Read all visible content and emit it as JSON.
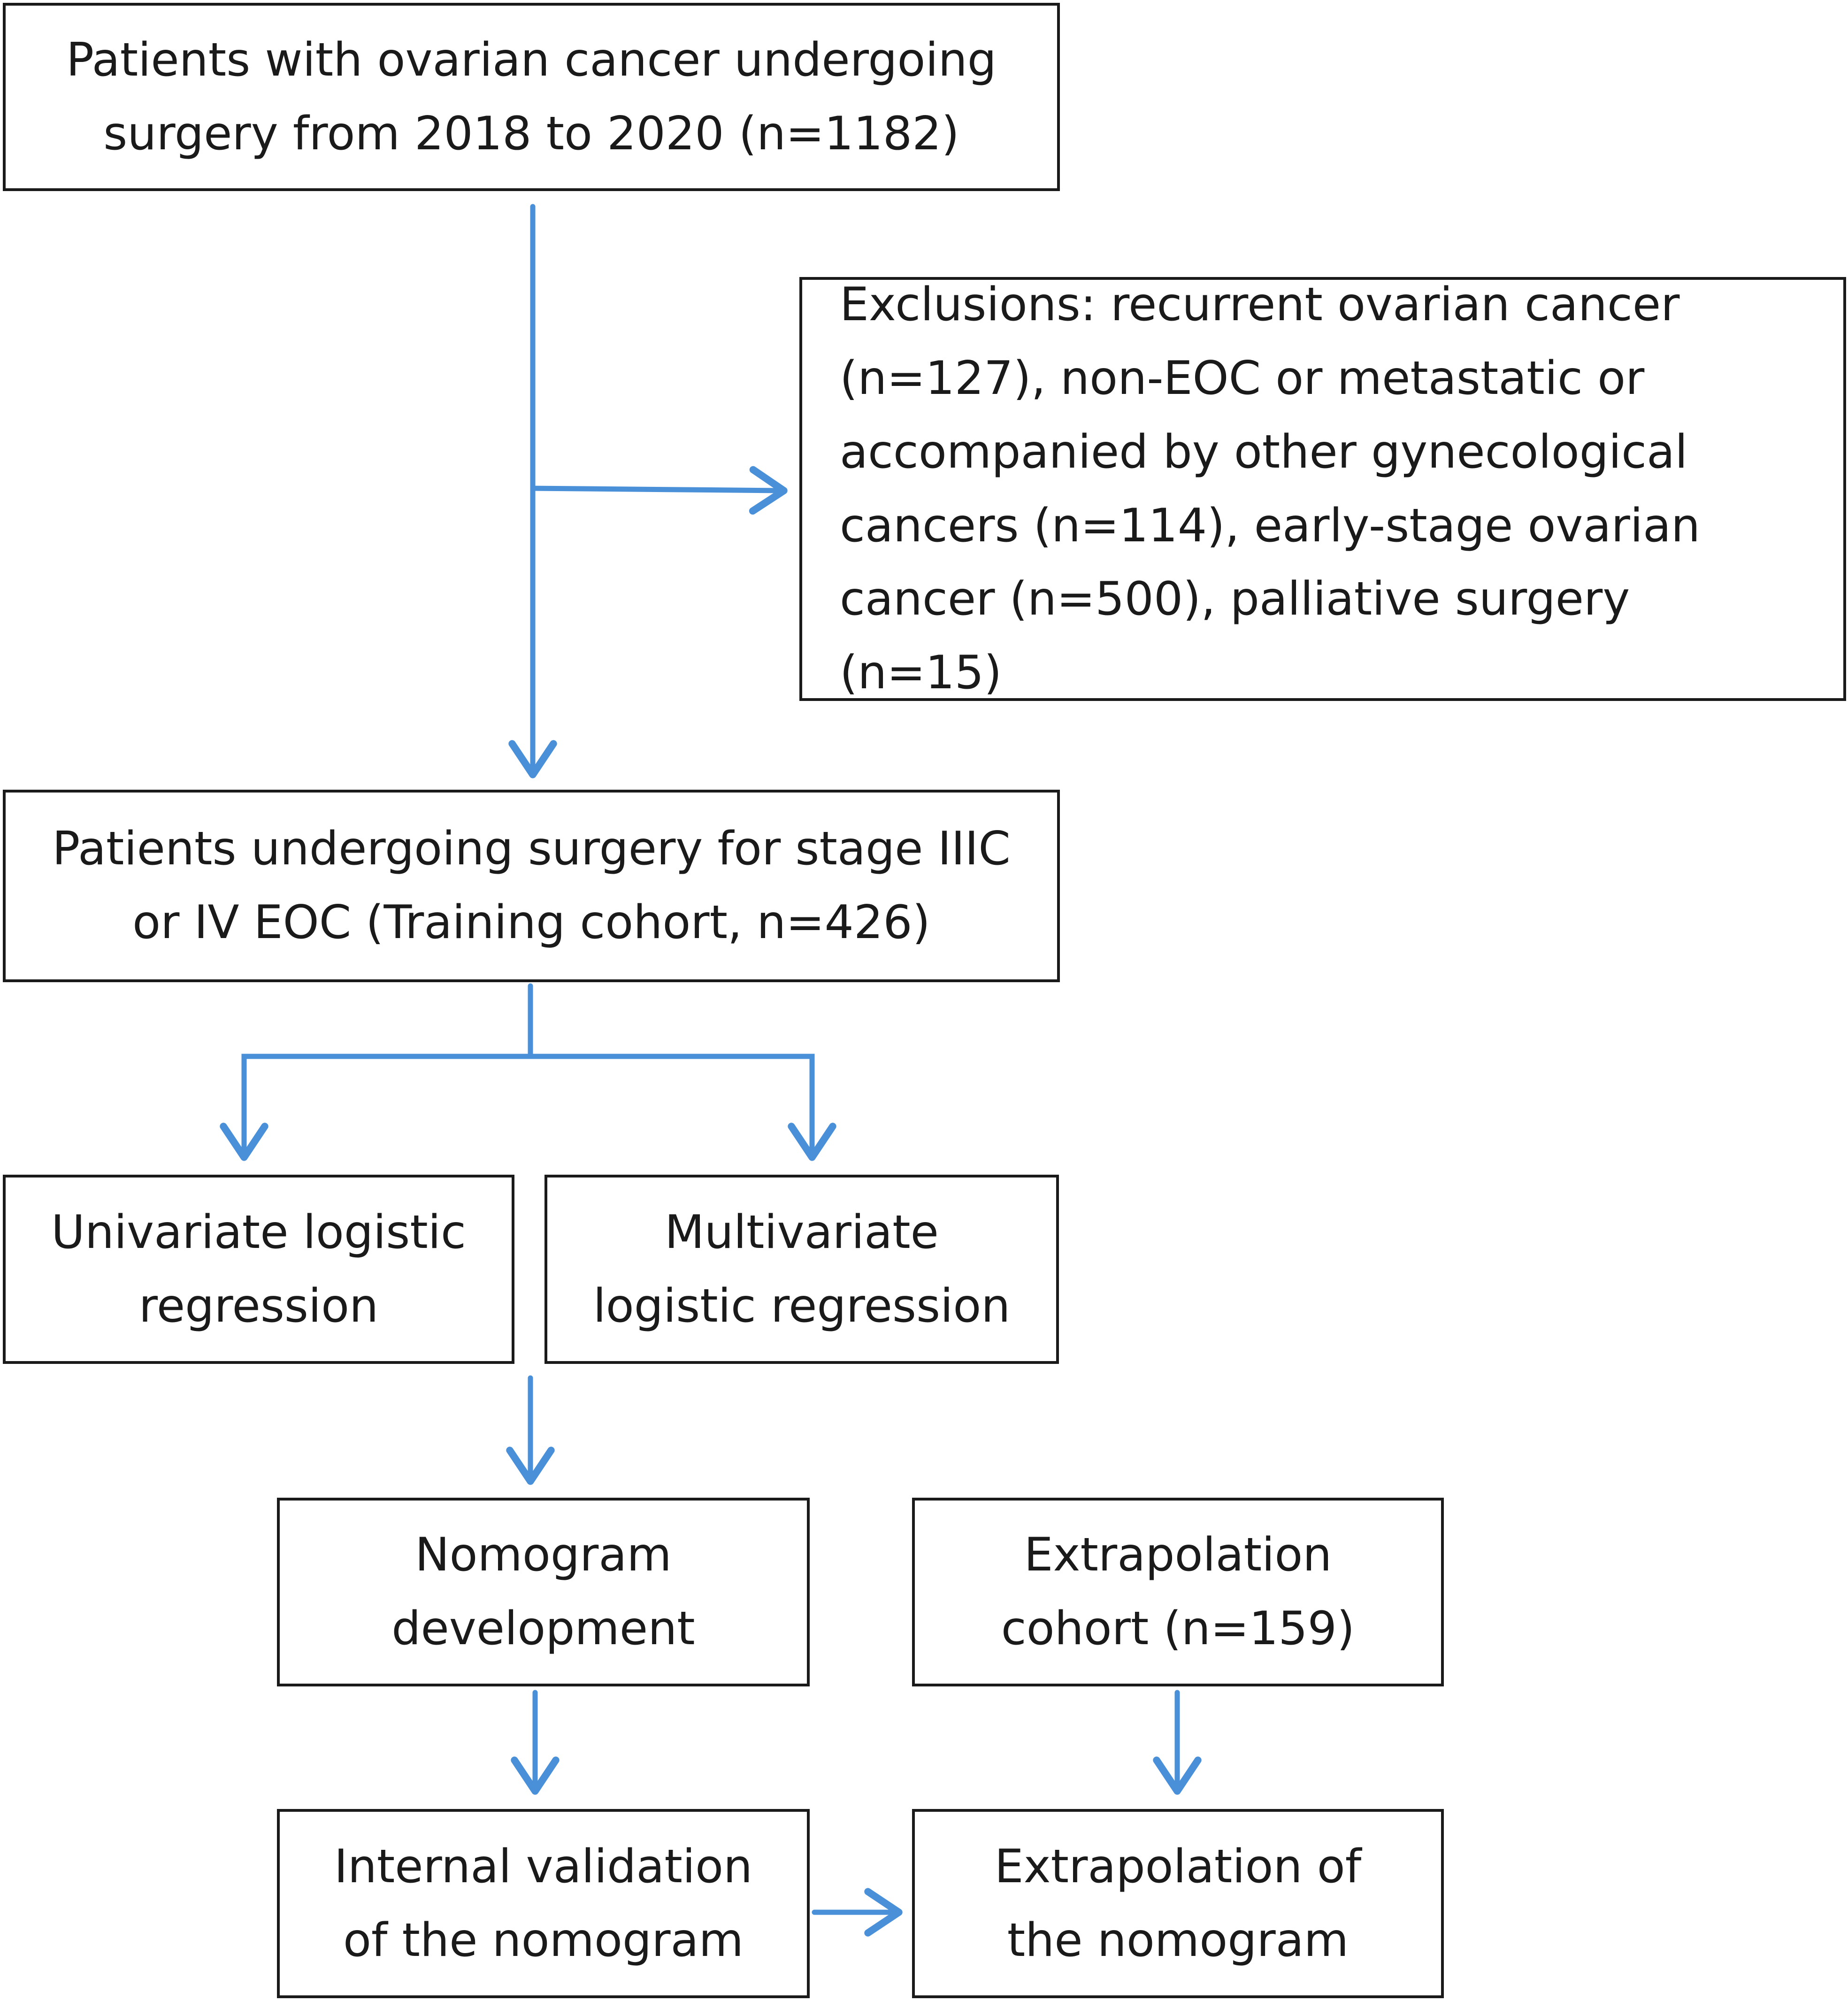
{
  "boxes": {
    "patients_all": "Patients with ovarian cancer undergoing surgery from 2018 to 2020 (n=1182)",
    "exclusions": "Exclusions: recurrent ovarian cancer (n=127), non-EOC or metastatic or accompanied by other gynecological cancers (n=114), early-stage ovarian cancer (n=500), palliative surgery (n=15)",
    "training_cohort": "Patients undergoing surgery for stage IIIC or IV EOC (Training cohort, n=426)",
    "univariate": "Univariate logistic regression",
    "multivariate": "Multivariate logistic regression",
    "nomogram_development": "Nomogram development",
    "extrapolation_cohort": "Extrapolation cohort (n=159)",
    "internal_validation": "Internal validation of the nomogram",
    "extrapolation_nomogram": "Extrapolation of the nomogram"
  },
  "colors": {
    "arrow": "#4a90d9",
    "border": "#1a1a1a"
  }
}
